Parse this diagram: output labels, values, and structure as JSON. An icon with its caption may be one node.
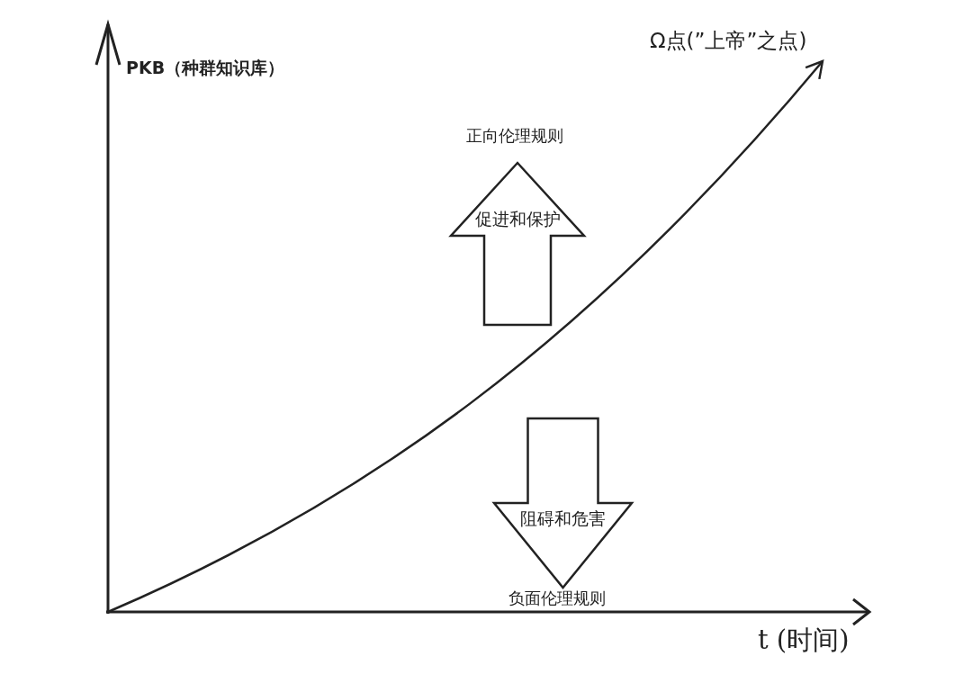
{
  "diagram": {
    "nodes": [
      {
        "text": [
          "促进和保护"
        ],
        "beside": [
          "正向伦理规则"
        ]
      },
      {
        "text": [
          "阻碍和危害"
        ],
        "beside": [
          "负面伦理规则"
        ]
      }
    ],
    "labels": [
      "Ω点(”上帝”之点)",
      "PKB（种群知识库）",
      "t (时间)"
    ]
  }
}
